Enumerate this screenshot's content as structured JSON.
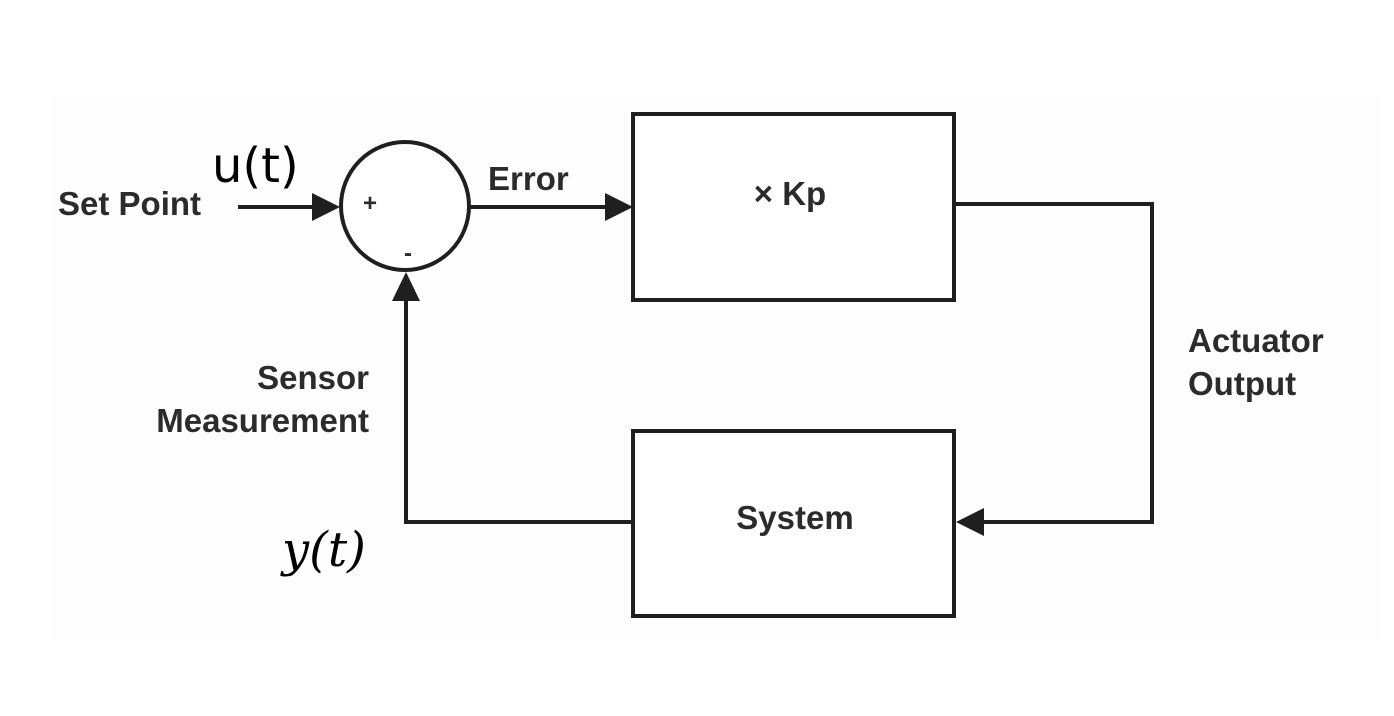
{
  "diagram": {
    "nodes": {
      "summing_junction": {
        "plus_sign": "+",
        "minus_sign": "-"
      },
      "gain_block": {
        "label": "× Kp"
      },
      "system_block": {
        "label": "System"
      }
    },
    "edges": {
      "set_point": {
        "label": "Set Point",
        "signal": "u(t)"
      },
      "error": {
        "label": "Error"
      },
      "actuator_output": {
        "label_line1": "Actuator",
        "label_line2": "Output"
      },
      "sensor_measurement": {
        "label_line1": "Sensor",
        "label_line2": "Measurement",
        "signal": "y(t)"
      }
    }
  }
}
